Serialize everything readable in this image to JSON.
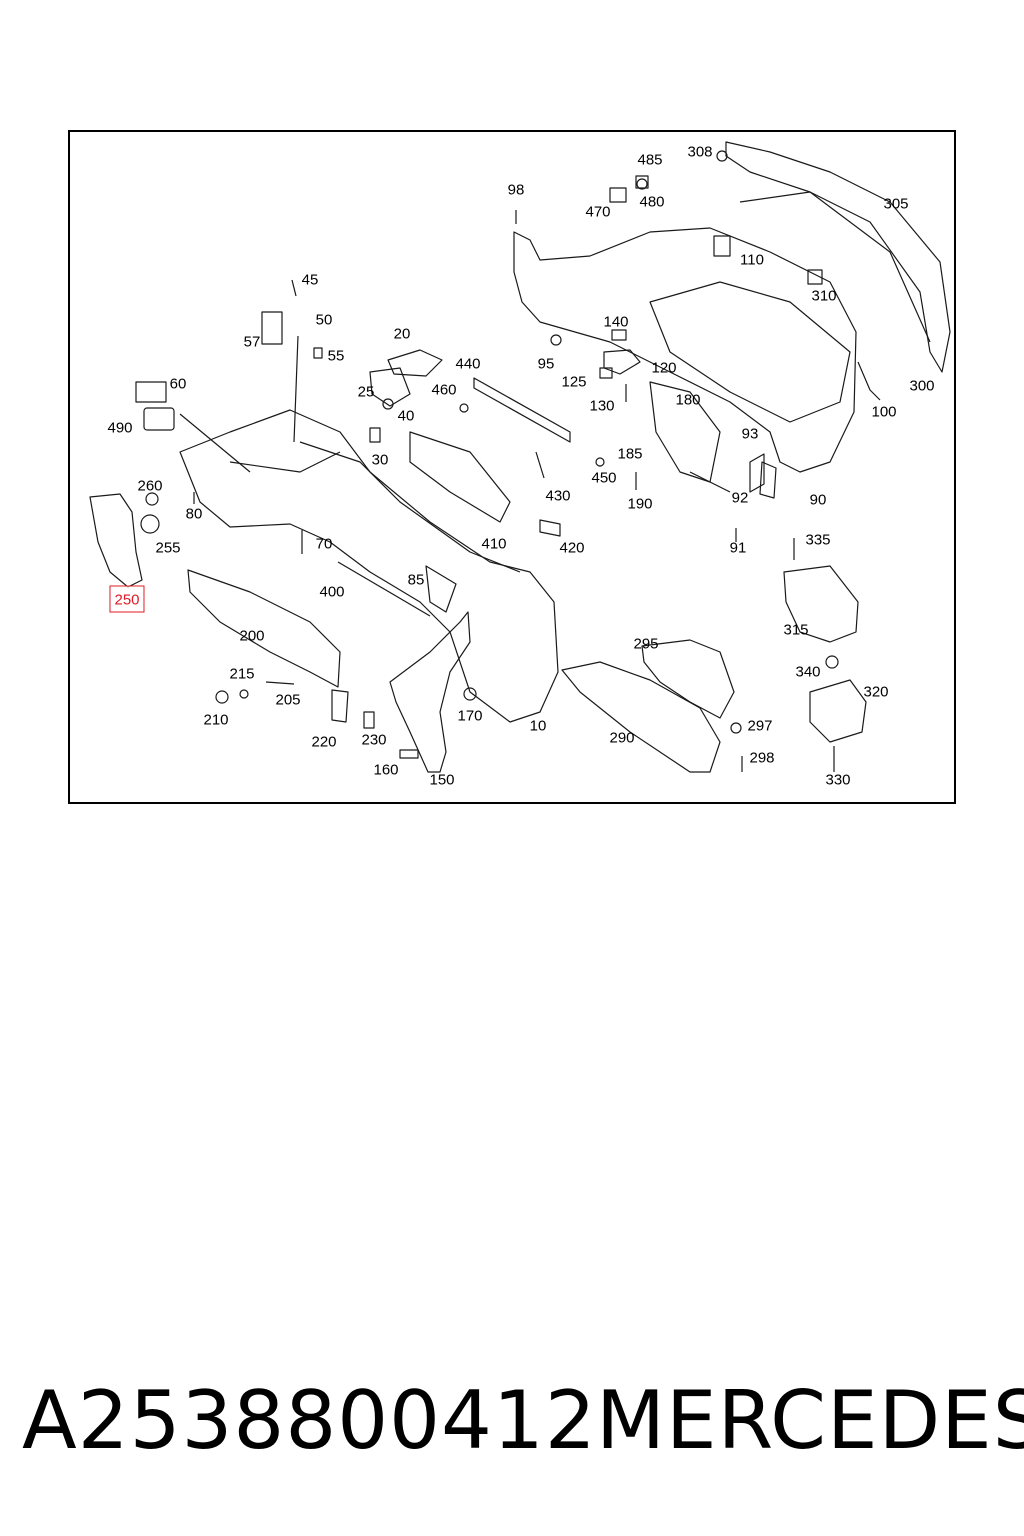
{
  "callouts": [
    {
      "id": "c98",
      "label": "98"
    },
    {
      "id": "c485",
      "label": "485"
    },
    {
      "id": "c308",
      "label": "308"
    },
    {
      "id": "c470",
      "label": "470"
    },
    {
      "id": "c480",
      "label": "480"
    },
    {
      "id": "c305",
      "label": "305"
    },
    {
      "id": "c110",
      "label": "110"
    },
    {
      "id": "c310",
      "label": "310"
    },
    {
      "id": "c45",
      "label": "45"
    },
    {
      "id": "c50",
      "label": "50"
    },
    {
      "id": "c57",
      "label": "57"
    },
    {
      "id": "c55",
      "label": "55"
    },
    {
      "id": "c20",
      "label": "20"
    },
    {
      "id": "c440",
      "label": "440"
    },
    {
      "id": "c95",
      "label": "95"
    },
    {
      "id": "c140",
      "label": "140"
    },
    {
      "id": "c120",
      "label": "120"
    },
    {
      "id": "c125",
      "label": "125"
    },
    {
      "id": "c300",
      "label": "300"
    },
    {
      "id": "c60",
      "label": "60"
    },
    {
      "id": "c25",
      "label": "25"
    },
    {
      "id": "c460",
      "label": "460"
    },
    {
      "id": "c40",
      "label": "40"
    },
    {
      "id": "c130",
      "label": "130"
    },
    {
      "id": "c180",
      "label": "180"
    },
    {
      "id": "c100",
      "label": "100"
    },
    {
      "id": "c490",
      "label": "490"
    },
    {
      "id": "c93",
      "label": "93"
    },
    {
      "id": "c30",
      "label": "30"
    },
    {
      "id": "c185",
      "label": "185"
    },
    {
      "id": "c260",
      "label": "260"
    },
    {
      "id": "c450",
      "label": "450"
    },
    {
      "id": "c430",
      "label": "430"
    },
    {
      "id": "c92",
      "label": "92"
    },
    {
      "id": "c90",
      "label": "90"
    },
    {
      "id": "c190",
      "label": "190"
    },
    {
      "id": "c80",
      "label": "80"
    },
    {
      "id": "c255",
      "label": "255"
    },
    {
      "id": "c70",
      "label": "70"
    },
    {
      "id": "c410",
      "label": "410"
    },
    {
      "id": "c420",
      "label": "420"
    },
    {
      "id": "c91",
      "label": "91"
    },
    {
      "id": "c335",
      "label": "335"
    },
    {
      "id": "c85",
      "label": "85"
    },
    {
      "id": "c400",
      "label": "400"
    },
    {
      "id": "c250",
      "label": "250",
      "highlight": true
    },
    {
      "id": "c315",
      "label": "315"
    },
    {
      "id": "c200",
      "label": "200"
    },
    {
      "id": "c295",
      "label": "295"
    },
    {
      "id": "c340",
      "label": "340"
    },
    {
      "id": "c215",
      "label": "215"
    },
    {
      "id": "c320",
      "label": "320"
    },
    {
      "id": "c205",
      "label": "205"
    },
    {
      "id": "c210",
      "label": "210"
    },
    {
      "id": "c170",
      "label": "170"
    },
    {
      "id": "c10",
      "label": "10"
    },
    {
      "id": "c297",
      "label": "297"
    },
    {
      "id": "c220",
      "label": "220"
    },
    {
      "id": "c230",
      "label": "230"
    },
    {
      "id": "c290",
      "label": "290"
    },
    {
      "id": "c298",
      "label": "298"
    },
    {
      "id": "c160",
      "label": "160"
    },
    {
      "id": "c150",
      "label": "150"
    },
    {
      "id": "c330",
      "label": "330"
    }
  ],
  "caption": {
    "part_number": "A2538800412",
    "brand": "MERCEDES"
  },
  "colors": {
    "line": "#1a1a1a",
    "highlight": "#e01b24"
  }
}
